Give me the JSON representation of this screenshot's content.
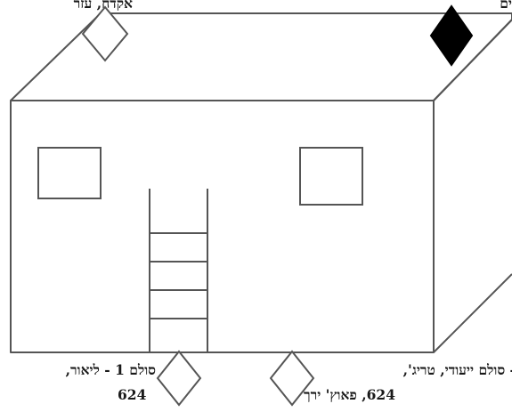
{
  "labels": {
    "top_left": "אקדח, עזר",
    "top_right": "ים",
    "bottom_left_line1": "סולם 1 - ליאור, ",
    "bottom_left_line2": "624",
    "bottom_right_line1": " - סולם ייעודי, טריג',",
    "bottom_right_line2": "624, פאוץ' ירך"
  },
  "markers": [
    {
      "id": "top-left",
      "filled": false
    },
    {
      "id": "top-right",
      "filled": true
    },
    {
      "id": "bottom-left",
      "filled": false
    },
    {
      "id": "bottom-right",
      "filled": false
    }
  ],
  "colors": {
    "line": "#555555",
    "filled_marker": "#000000",
    "background": "#ffffff"
  }
}
